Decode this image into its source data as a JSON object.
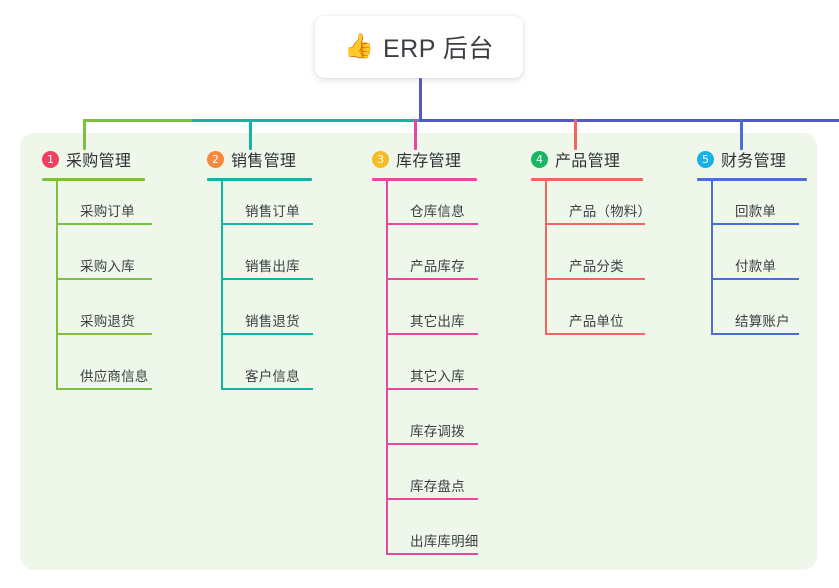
{
  "root": {
    "icon": "thumbs-up-emoji",
    "emoji": "👍",
    "title": "ERP 后台"
  },
  "panel": {
    "background": "#eef7e9"
  },
  "bus": {
    "segments": [
      {
        "name": "bus-segment-green",
        "color": "#7bbf43"
      },
      {
        "name": "bus-segment-teal",
        "color": "#12b5a5"
      },
      {
        "name": "bus-segment-blue",
        "color": "#5159c9"
      }
    ]
  },
  "columns": [
    {
      "index": "1",
      "title": "采购管理",
      "badge_color": "#ef4060",
      "line_color": "#7bbf43",
      "items": [
        "采购订单",
        "采购入库",
        "采购退货",
        "供应商信息"
      ]
    },
    {
      "index": "2",
      "title": "销售管理",
      "badge_color": "#f5883c",
      "line_color": "#12b5a5",
      "items": [
        "销售订单",
        "销售出库",
        "销售退货",
        "客户信息"
      ]
    },
    {
      "index": "3",
      "title": "库存管理",
      "badge_color": "#f5bc28",
      "line_color": "#e8479f",
      "items": [
        "仓库信息",
        "产品库存",
        "其它出库",
        "其它入库",
        "库存调拨",
        "库存盘点",
        "出库库明细"
      ]
    },
    {
      "index": "4",
      "title": "产品管理",
      "badge_color": "#18b661",
      "line_color": "#f2665f",
      "items": [
        "产品（物料）",
        "产品分类",
        "产品单位"
      ]
    },
    {
      "index": "5",
      "title": "财务管理",
      "badge_color": "#18b0e8",
      "line_color": "#4a6fd4",
      "items": [
        "回款单",
        "付款单",
        "结算账户"
      ]
    }
  ]
}
